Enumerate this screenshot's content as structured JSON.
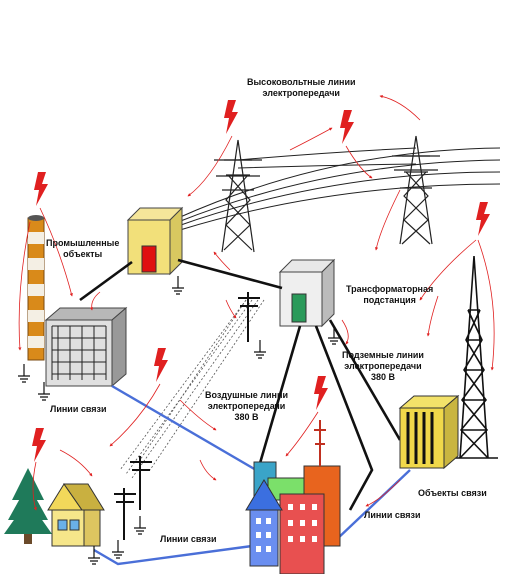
{
  "labels": {
    "hv_lines": [
      "Высоковольтные линии",
      "электропередачи"
    ],
    "industrial": [
      "Промышленные",
      "объекты"
    ],
    "substation": [
      "Трансформаторная",
      "подстанция"
    ],
    "underground": [
      "Подземные линии",
      "электропередачи",
      "380 В"
    ],
    "overhead": [
      "Воздушные линии",
      "электропередачи",
      "380 В"
    ],
    "comm_left": "Линии связи",
    "comm_bottom": "Линии связи",
    "comm_right": "Линии связи",
    "comm_objects": "Объекты связи"
  },
  "colors": {
    "lightning": "#e02020",
    "power_line": "#111111",
    "comm_line": "#4a6fd8",
    "transformer_box": "#f0e060",
    "tree": "#1f7a5a",
    "chimney": "#d98a1a"
  },
  "icons": [
    "lightning-bolt-icon",
    "pylon-icon",
    "tower-icon",
    "house-icon",
    "tree-icon"
  ]
}
